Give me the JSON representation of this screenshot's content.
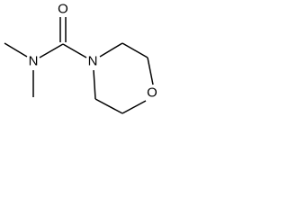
{
  "molecule": {
    "atoms": {
      "oxygen_carbonyl": "O",
      "nitrogen_amide": "N",
      "nitrogen_ring": "N",
      "oxygen_ring": "O"
    }
  }
}
